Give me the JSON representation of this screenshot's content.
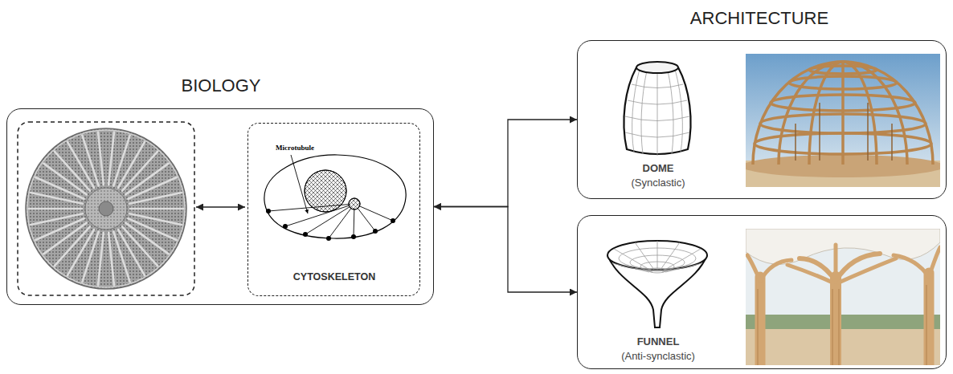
{
  "diagram": {
    "nodes": [
      {
        "text": [
          "BIOLOGY"
        ]
      },
      {
        "text": [
          "CYTOSKELETON"
        ],
        "in": 0
      },
      {
        "text": [
          "DOME",
          "(Synclastic)"
        ]
      },
      {
        "text": [
          "FUNNEL",
          "(Anti-synclastic)"
        ]
      }
    ],
    "edges": [
      {
        "from": 0,
        "to": 2,
        "arrow": "both"
      },
      {
        "from": 0,
        "to": 3,
        "arrow": "both"
      }
    ],
    "labels": [
      "Microtubule",
      "ARCHITECTURE"
    ]
  }
}
